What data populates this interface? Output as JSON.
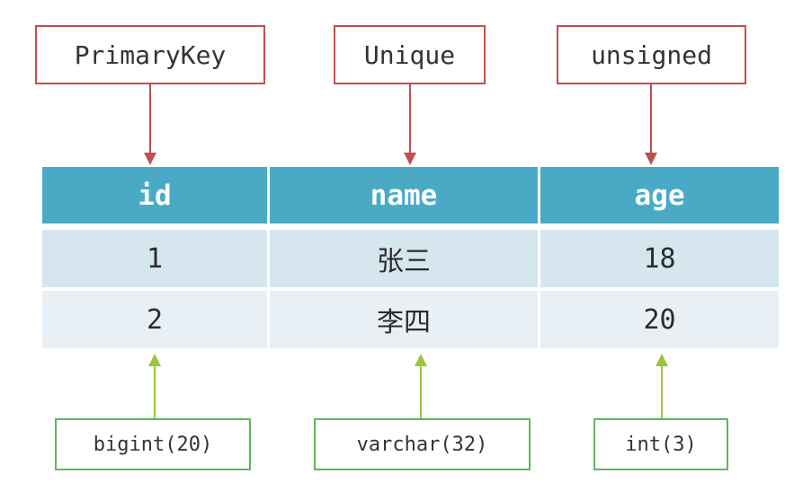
{
  "constraints": [
    "PrimaryKey",
    "Unique",
    "unsigned"
  ],
  "types": [
    "bigint(20)",
    "varchar(32)",
    "int(3)"
  ],
  "table": {
    "headers": [
      "id",
      "name",
      "age"
    ],
    "rows": [
      [
        "1",
        "张三",
        "18"
      ],
      [
        "2",
        "李四",
        "20"
      ]
    ]
  },
  "colors": {
    "header_bg": "#4aaac6",
    "row1_bg": "#d5e6ee",
    "row2_bg": "#e9f0f5",
    "constraint_stroke": "#c0504d",
    "type_stroke": "#5cb85c",
    "type_arrow": "#9bc53d"
  }
}
